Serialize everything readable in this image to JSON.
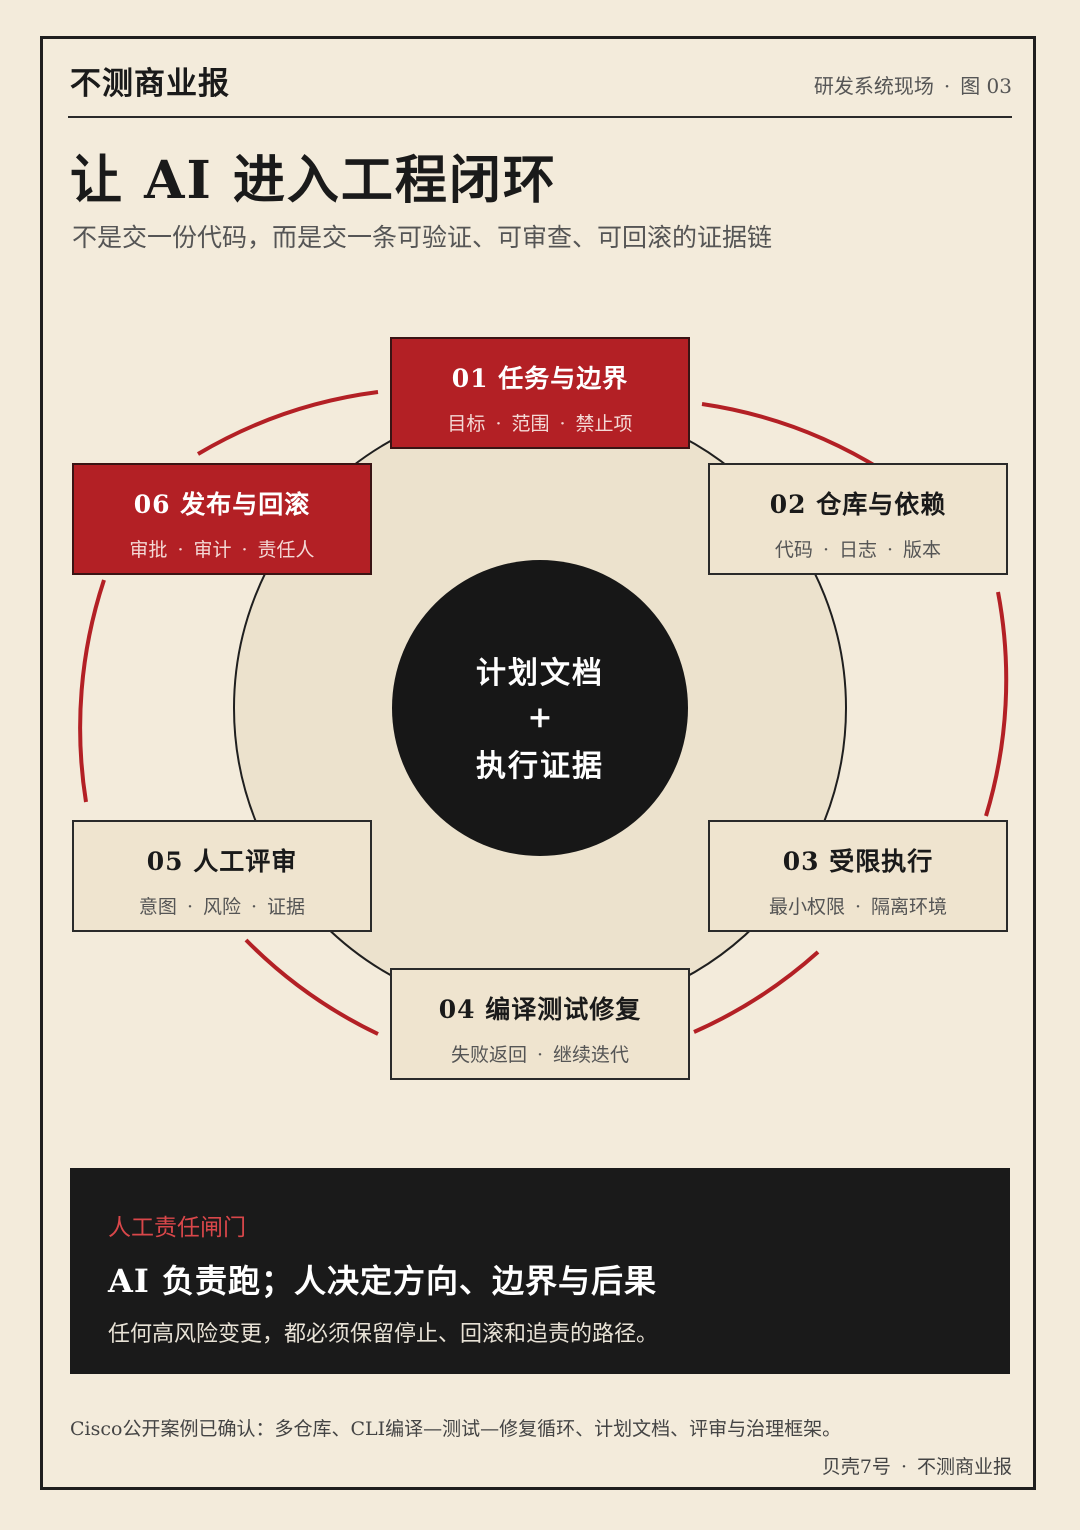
{
  "masthead": "不测商业报",
  "figure_tag": {
    "section": "研发系统现场",
    "figure": "图 03"
  },
  "title": "让 AI 进入工程闭环",
  "subtitle": "不是交一份代码，而是交一条可验证、可审查、可回滚的证据链",
  "colors": {
    "accent_red": "#b32025",
    "ink": "#171717",
    "paper": "#f3ebdb",
    "card": "#efe4cf"
  },
  "nodes": [
    {
      "title": "01 任务与边界",
      "items": [
        "目标",
        "范围",
        "禁止项"
      ],
      "highlight": true
    },
    {
      "title": "02 仓库与依赖",
      "items": [
        "代码",
        "日志",
        "版本"
      ],
      "highlight": false
    },
    {
      "title": "03 受限执行",
      "items": [
        "最小权限",
        "隔离环境"
      ],
      "highlight": false
    },
    {
      "title": "04 编译测试修复",
      "items": [
        "失败返回",
        "继续迭代"
      ],
      "highlight": false
    },
    {
      "title": "05 人工评审",
      "items": [
        "意图",
        "风险",
        "证据"
      ],
      "highlight": false
    },
    {
      "title": "06 发布与回滚",
      "items": [
        "审批",
        "审计",
        "责任人"
      ],
      "highlight": true
    }
  ],
  "center": {
    "line1": "计划文档",
    "plus": "+",
    "line2": "执行证据"
  },
  "gate": {
    "kicker": "人工责任闸门",
    "headline": "AI 负责跑；人决定方向、边界与后果",
    "body": "任何高风险变更，都必须保留停止、回滚和追责的路径。"
  },
  "footnote": "Cisco公开案例已确认：多仓库、CLI编译—测试—修复循环、计划文档、评审与治理框架。",
  "credit": {
    "source": "贝壳7号",
    "publication": "不测商业报"
  }
}
